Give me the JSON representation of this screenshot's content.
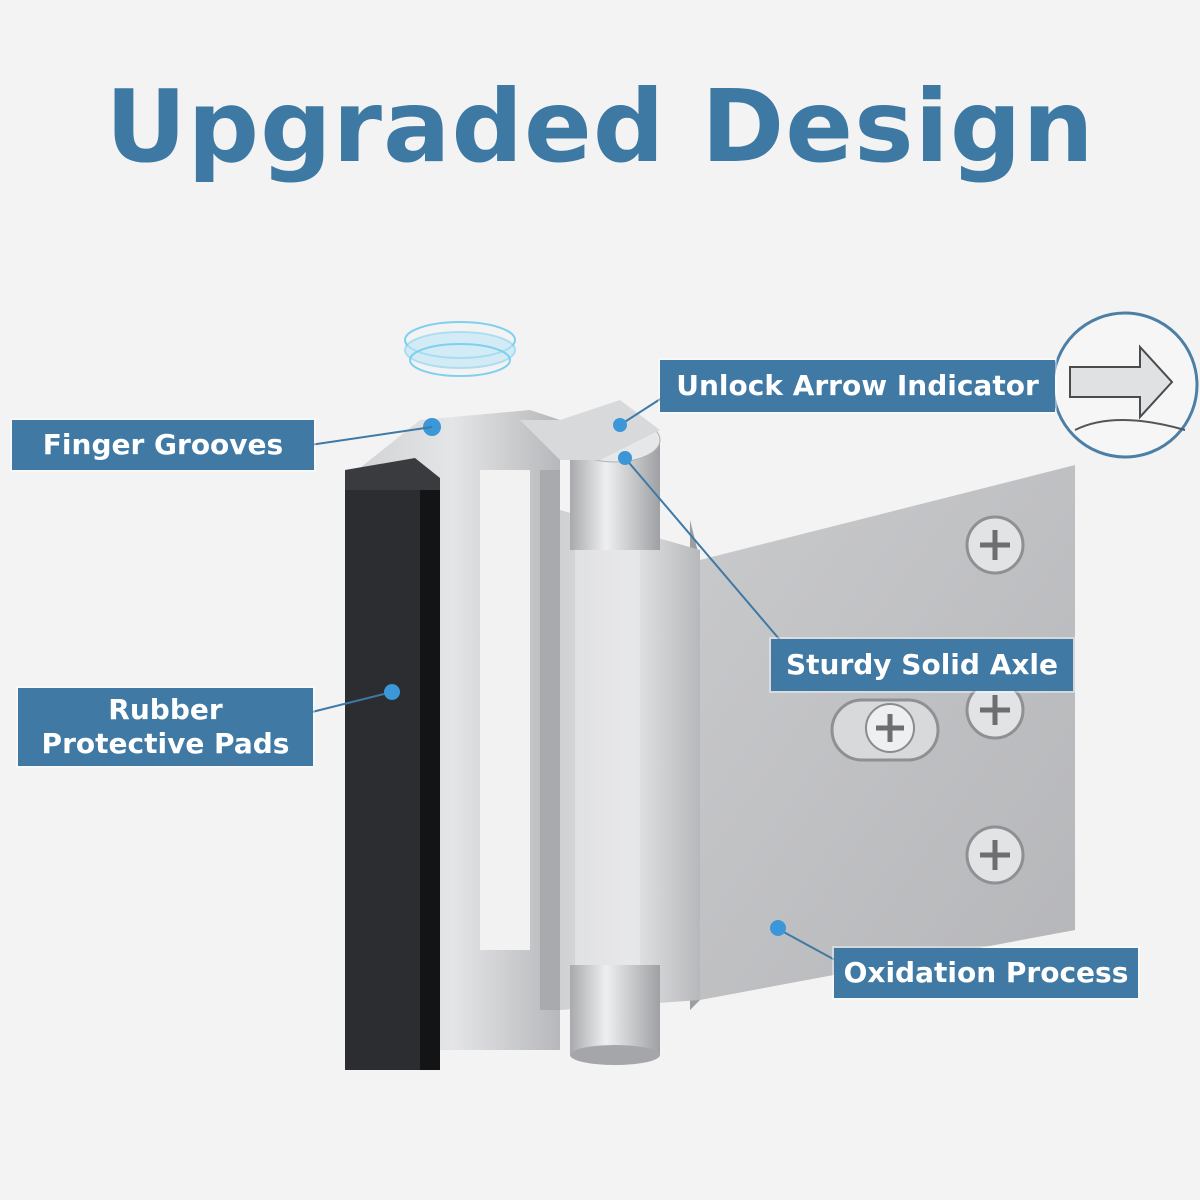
{
  "title": "Upgraded Design",
  "callouts": [
    {
      "id": "finger-grooves",
      "label": "Finger Grooves"
    },
    {
      "id": "rubber-pads",
      "label_line1": "Rubber",
      "label_line2": "Protective Pads"
    },
    {
      "id": "unlock-arrow",
      "label": "Unlock Arrow Indicator"
    },
    {
      "id": "solid-axle",
      "label": "Sturdy Solid Axle"
    },
    {
      "id": "oxidation",
      "label": "Oxidation Process"
    }
  ],
  "colors": {
    "accent": "#3f79a4",
    "title": "#3d79a3",
    "background": "#f3f3f4",
    "marker": "#3b97d8"
  }
}
